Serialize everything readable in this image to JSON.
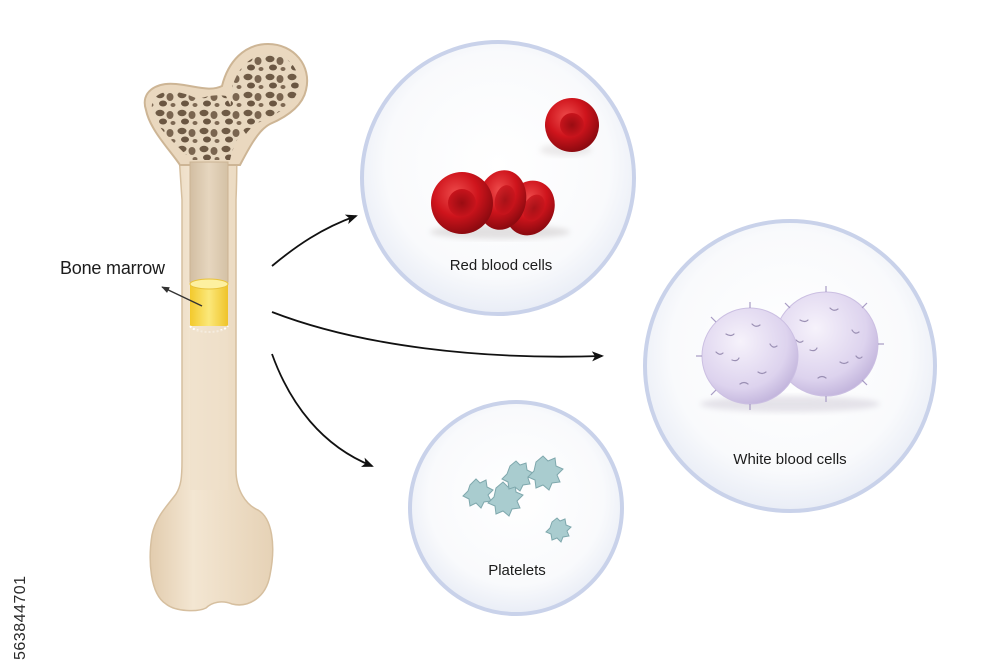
{
  "labels": {
    "bone_marrow": "Bone marrow",
    "red_blood_cells": "Red blood cells",
    "white_blood_cells": "White blood cells",
    "platelets": "Platelets"
  },
  "stock_id": "563844701",
  "colors": {
    "bone": "#eedcc4",
    "bone_outline": "#d9c3a6",
    "marrow": "#f5d84a",
    "red_cell": "#c8141c",
    "white_cell": "#e6def2",
    "platelet": "#a9cccf",
    "circle_border": "#c9d2ea",
    "arrow": "#111111"
  }
}
